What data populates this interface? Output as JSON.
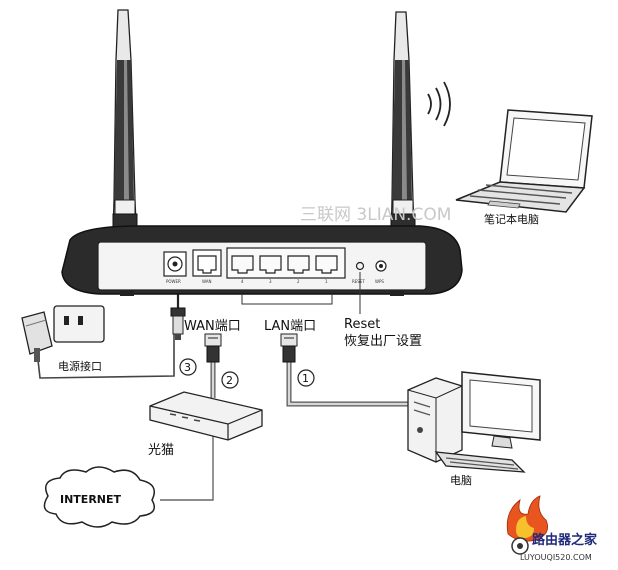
{
  "watermark": {
    "text": "三联网 3LIAN.COM"
  },
  "devices": {
    "laptop": {
      "label": "笔记本电脑"
    },
    "desktop": {
      "label": "电脑"
    },
    "modem": {
      "label": "光猫"
    },
    "power_adapter": {
      "label": "电源接口"
    },
    "internet": {
      "label": "INTERNET"
    }
  },
  "router": {
    "port_labels": {
      "power": "POWER",
      "wan": "WAN",
      "lan4": "4",
      "lan3": "3",
      "lan2": "2",
      "lan1": "1",
      "reset": "RESET",
      "wps": "WPS"
    }
  },
  "callouts": {
    "wan": "WAN端口",
    "lan": "LAN端口",
    "reset_title": "Reset",
    "reset_desc": "恢复出厂设置"
  },
  "steps": {
    "one": "1",
    "two": "2",
    "three": "3"
  },
  "logo": {
    "name": "路由器之家",
    "url": "LUYOUQI520.COM"
  }
}
